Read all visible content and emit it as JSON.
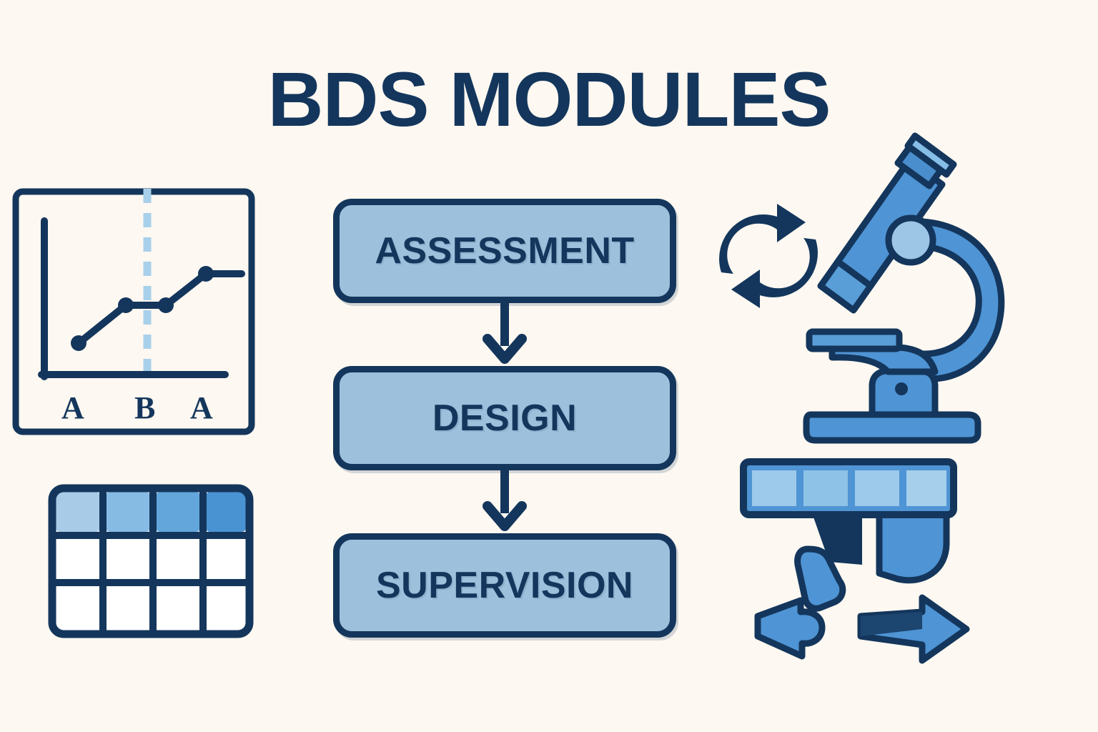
{
  "page": {
    "title": "BDS MODULES",
    "background_color": "#fdf8f1",
    "navy": "#14365c",
    "box_fill": "#9dc1dc",
    "blue_mid": "#4a90d0",
    "blue_light": "#a8cce8",
    "dashed_line_color": "#a8d0ea"
  },
  "flow": {
    "steps": [
      {
        "label": "ASSESSMENT"
      },
      {
        "label": "DESIGN"
      },
      {
        "label": "SUPERVISION"
      }
    ],
    "arrows": [
      {
        "name": "arrow-assessment-to-design",
        "direction": "down"
      },
      {
        "name": "arrow-design-to-supervision",
        "direction": "down"
      }
    ]
  },
  "icons": {
    "chart_panel": "aba-reversal-chart-icon",
    "data_table": "data-table-icon",
    "cycle": "cycle-arrows-icon",
    "microscope": "microscope-icon",
    "tools": "filmstrip-tools-arrow-icon",
    "arrow_right": "arrow-right-icon",
    "arrow_left_curved": "arrow-left-curved-icon"
  },
  "chart_data": {
    "type": "line",
    "title": "",
    "xlabel": "",
    "ylabel": "",
    "phase_labels": [
      "A",
      "B",
      "A"
    ],
    "phase_line_x": 0.5,
    "x": [
      0.18,
      0.45,
      0.62,
      0.83
    ],
    "y": [
      0.22,
      0.56,
      0.56,
      0.87
    ],
    "xlim": [
      0,
      1
    ],
    "ylim": [
      0,
      1
    ],
    "grid": false,
    "legend": "none",
    "series": [
      {
        "name": "behavior-rate",
        "x": [
          0.18,
          0.45,
          0.62,
          0.83
        ],
        "values": [
          0.22,
          0.56,
          0.56,
          0.87
        ]
      }
    ],
    "annotations": [
      {
        "text": "A",
        "x": 0.22
      },
      {
        "text": "B",
        "x": 0.52
      },
      {
        "text": "A",
        "x": 0.77
      }
    ]
  },
  "data_table": {
    "columns": 4,
    "rows": 3,
    "header_row_index": 0,
    "header_cells": [
      {
        "fill": "#a8cce8"
      },
      {
        "fill": "#86bbe4"
      },
      {
        "fill": "#62a6dc"
      },
      {
        "fill": "#4a93d2"
      }
    ],
    "body_cells": [
      [
        "",
        "",
        "",
        ""
      ],
      [
        "",
        "",
        "",
        ""
      ]
    ],
    "body_fill": "#ffffff"
  }
}
